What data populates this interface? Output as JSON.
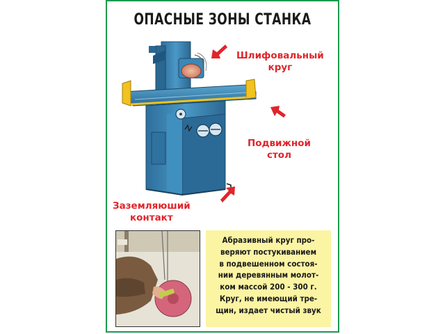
{
  "title": "ОПАСНЫЕ ЗОНЫ СТАНКА",
  "zones": {
    "grinding_wheel": [
      "Шлифовальный",
      "круг"
    ],
    "moving_table": [
      "Подвижной",
      "стол"
    ],
    "ground_contact": [
      "Заземляюший",
      "контакт"
    ]
  },
  "caption_lines": [
    "Абразивный круг про-",
    "веряют постукиванием",
    "в подвешенном состоя-",
    "нии деревянным молот-",
    "ком массой 200 - 300 г.",
    "Круг, не имеющий тре-",
    "щин, издает чистый звук"
  ],
  "colors": {
    "border": "#1c9a4e",
    "label_red": "#e0252b",
    "machine_blue": "#3b86b5",
    "caption_bg": "#fbf4a3"
  },
  "icons": {
    "arrow": "red-arrow-icon"
  }
}
